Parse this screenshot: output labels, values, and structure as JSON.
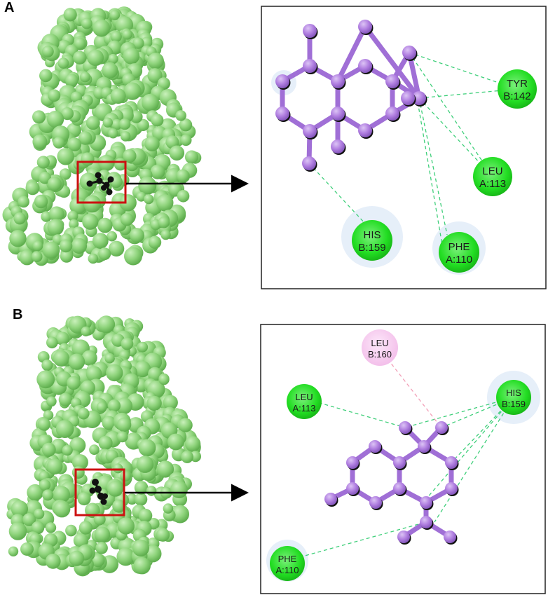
{
  "panels": [
    {
      "label": "A",
      "residues": [
        {
          "name": "TYR",
          "chain": "B:142",
          "kind": "green"
        },
        {
          "name": "LEU",
          "chain": "A:113",
          "kind": "green"
        },
        {
          "name": "HIS",
          "chain": "B:159",
          "kind": "green"
        },
        {
          "name": "PHE",
          "chain": "A:110",
          "kind": "green"
        }
      ]
    },
    {
      "label": "B",
      "residues": [
        {
          "name": "LEU",
          "chain": "B:160",
          "kind": "pink"
        },
        {
          "name": "LEU",
          "chain": "A:113",
          "kind": "green"
        },
        {
          "name": "HIS",
          "chain": "B:159",
          "kind": "green"
        },
        {
          "name": "PHE",
          "chain": "A:110",
          "kind": "green"
        }
      ]
    }
  ],
  "colors": {
    "protein": "#8fd47c",
    "protein_dark": "#5fae4e",
    "protein_light": "#b6e6a6",
    "highlight_box": "#cc1111",
    "ligand_atom": "#b07ee0",
    "ligand_bond": "#a06fd6",
    "residue_green": "#22dd22",
    "residue_pink": "#f6c6ee",
    "halo": "#e4eef9",
    "interaction_green": "#3fcf7a",
    "interaction_pink": "#f2a0b8"
  }
}
